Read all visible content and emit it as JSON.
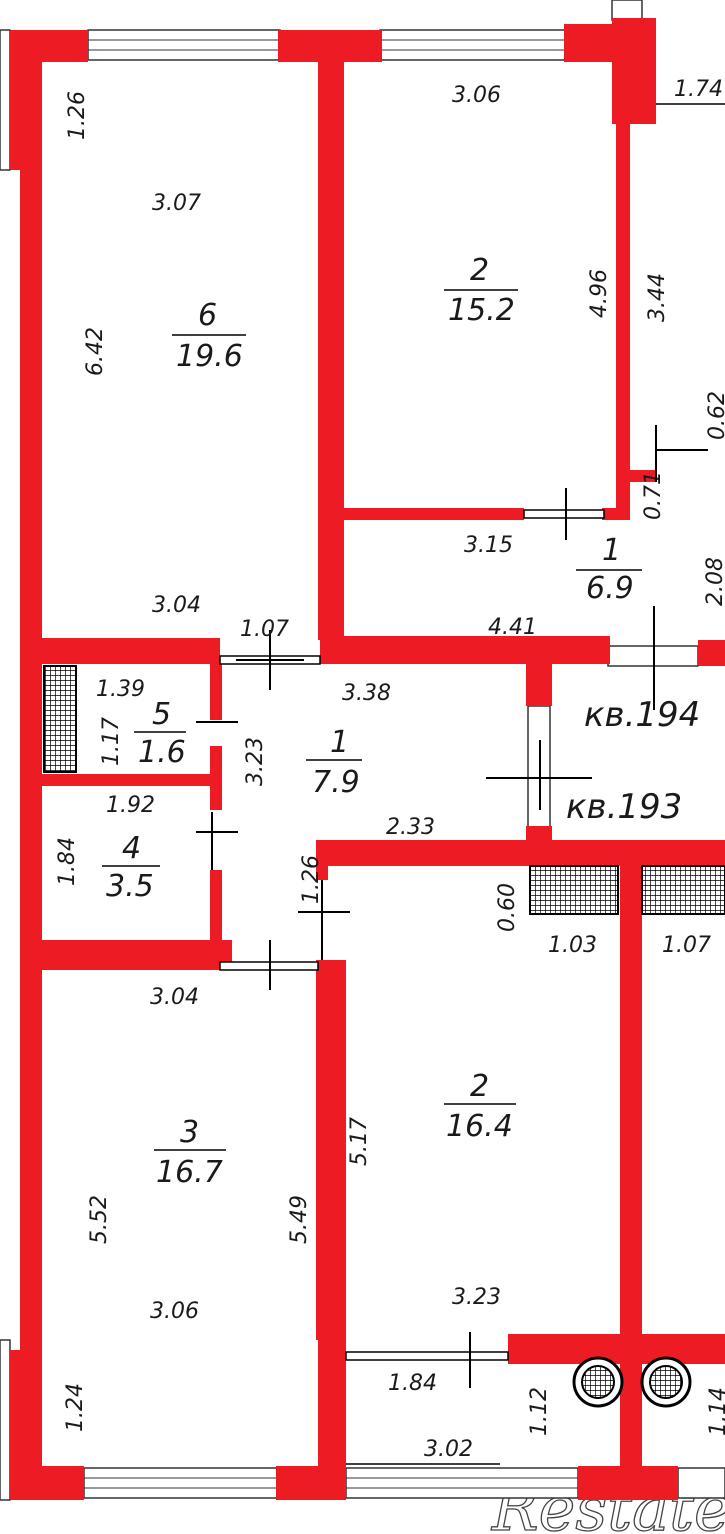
{
  "rooms": [
    {
      "id": "r6",
      "number": "6",
      "area": "19.6"
    },
    {
      "id": "r2a",
      "number": "2",
      "area": "15.2"
    },
    {
      "id": "r1a",
      "number": "1",
      "area": "6.9"
    },
    {
      "id": "r5",
      "number": "5",
      "area": "1.6"
    },
    {
      "id": "r1b",
      "number": "1",
      "area": "7.9"
    },
    {
      "id": "r4",
      "number": "4",
      "area": "3.5"
    },
    {
      "id": "r3",
      "number": "3",
      "area": "16.7"
    },
    {
      "id": "r2b",
      "number": "2",
      "area": "16.4"
    }
  ],
  "apartments": {
    "upper": "кв.194",
    "lower": "кв.193"
  },
  "dimensions": {
    "d_126_top": "1.26",
    "d_307": "3.07",
    "d_642": "6.42",
    "d_304_top": "3.04",
    "d_306_top": "3.06",
    "d_496": "4.96",
    "d_344": "3.44",
    "d_174": "1.74",
    "d_062": "0.62",
    "d_071": "0.71",
    "d_315": "3.15",
    "d_208": "2.08",
    "d_441": "4.41",
    "d_107_top": "1.07",
    "d_338": "3.38",
    "d_139": "1.39",
    "d_117": "1.17",
    "d_323_v": "3.23",
    "d_192": "1.92",
    "d_184_v": "1.84",
    "d_233": "2.33",
    "d_126_mid": "1.26",
    "d_060": "0.60",
    "d_103": "1.03",
    "d_107_right": "1.07",
    "d_304_bot": "3.04",
    "d_517": "5.17",
    "d_552": "5.52",
    "d_549": "5.49",
    "d_306_bot": "3.06",
    "d_323_h": "3.23",
    "d_184_h": "1.84",
    "d_124": "1.24",
    "d_112": "1.12",
    "d_114": "1.14",
    "d_302": "3.02"
  },
  "watermark": "Restate",
  "colors": {
    "wall": "#ed1c24",
    "background": "#ffffff",
    "line": "#000000"
  }
}
